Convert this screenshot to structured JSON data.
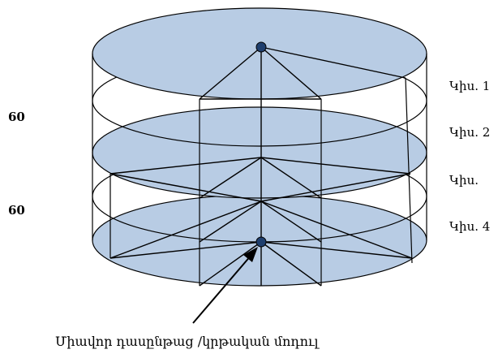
{
  "levels": [
    {
      "label": "Կիս. 1"
    },
    {
      "label": "Կիս. 2"
    },
    {
      "label": "Կիս."
    },
    {
      "label": "Կիս. 4"
    }
  ],
  "dimensions": [
    {
      "value": "60"
    },
    {
      "value": "60"
    }
  ],
  "caption": "Միավոր դասընթաց /կրթական մոդուլ",
  "colors": {
    "disk_fill": "#b8cce4",
    "line": "#000000",
    "node": "#1f3f6e"
  }
}
